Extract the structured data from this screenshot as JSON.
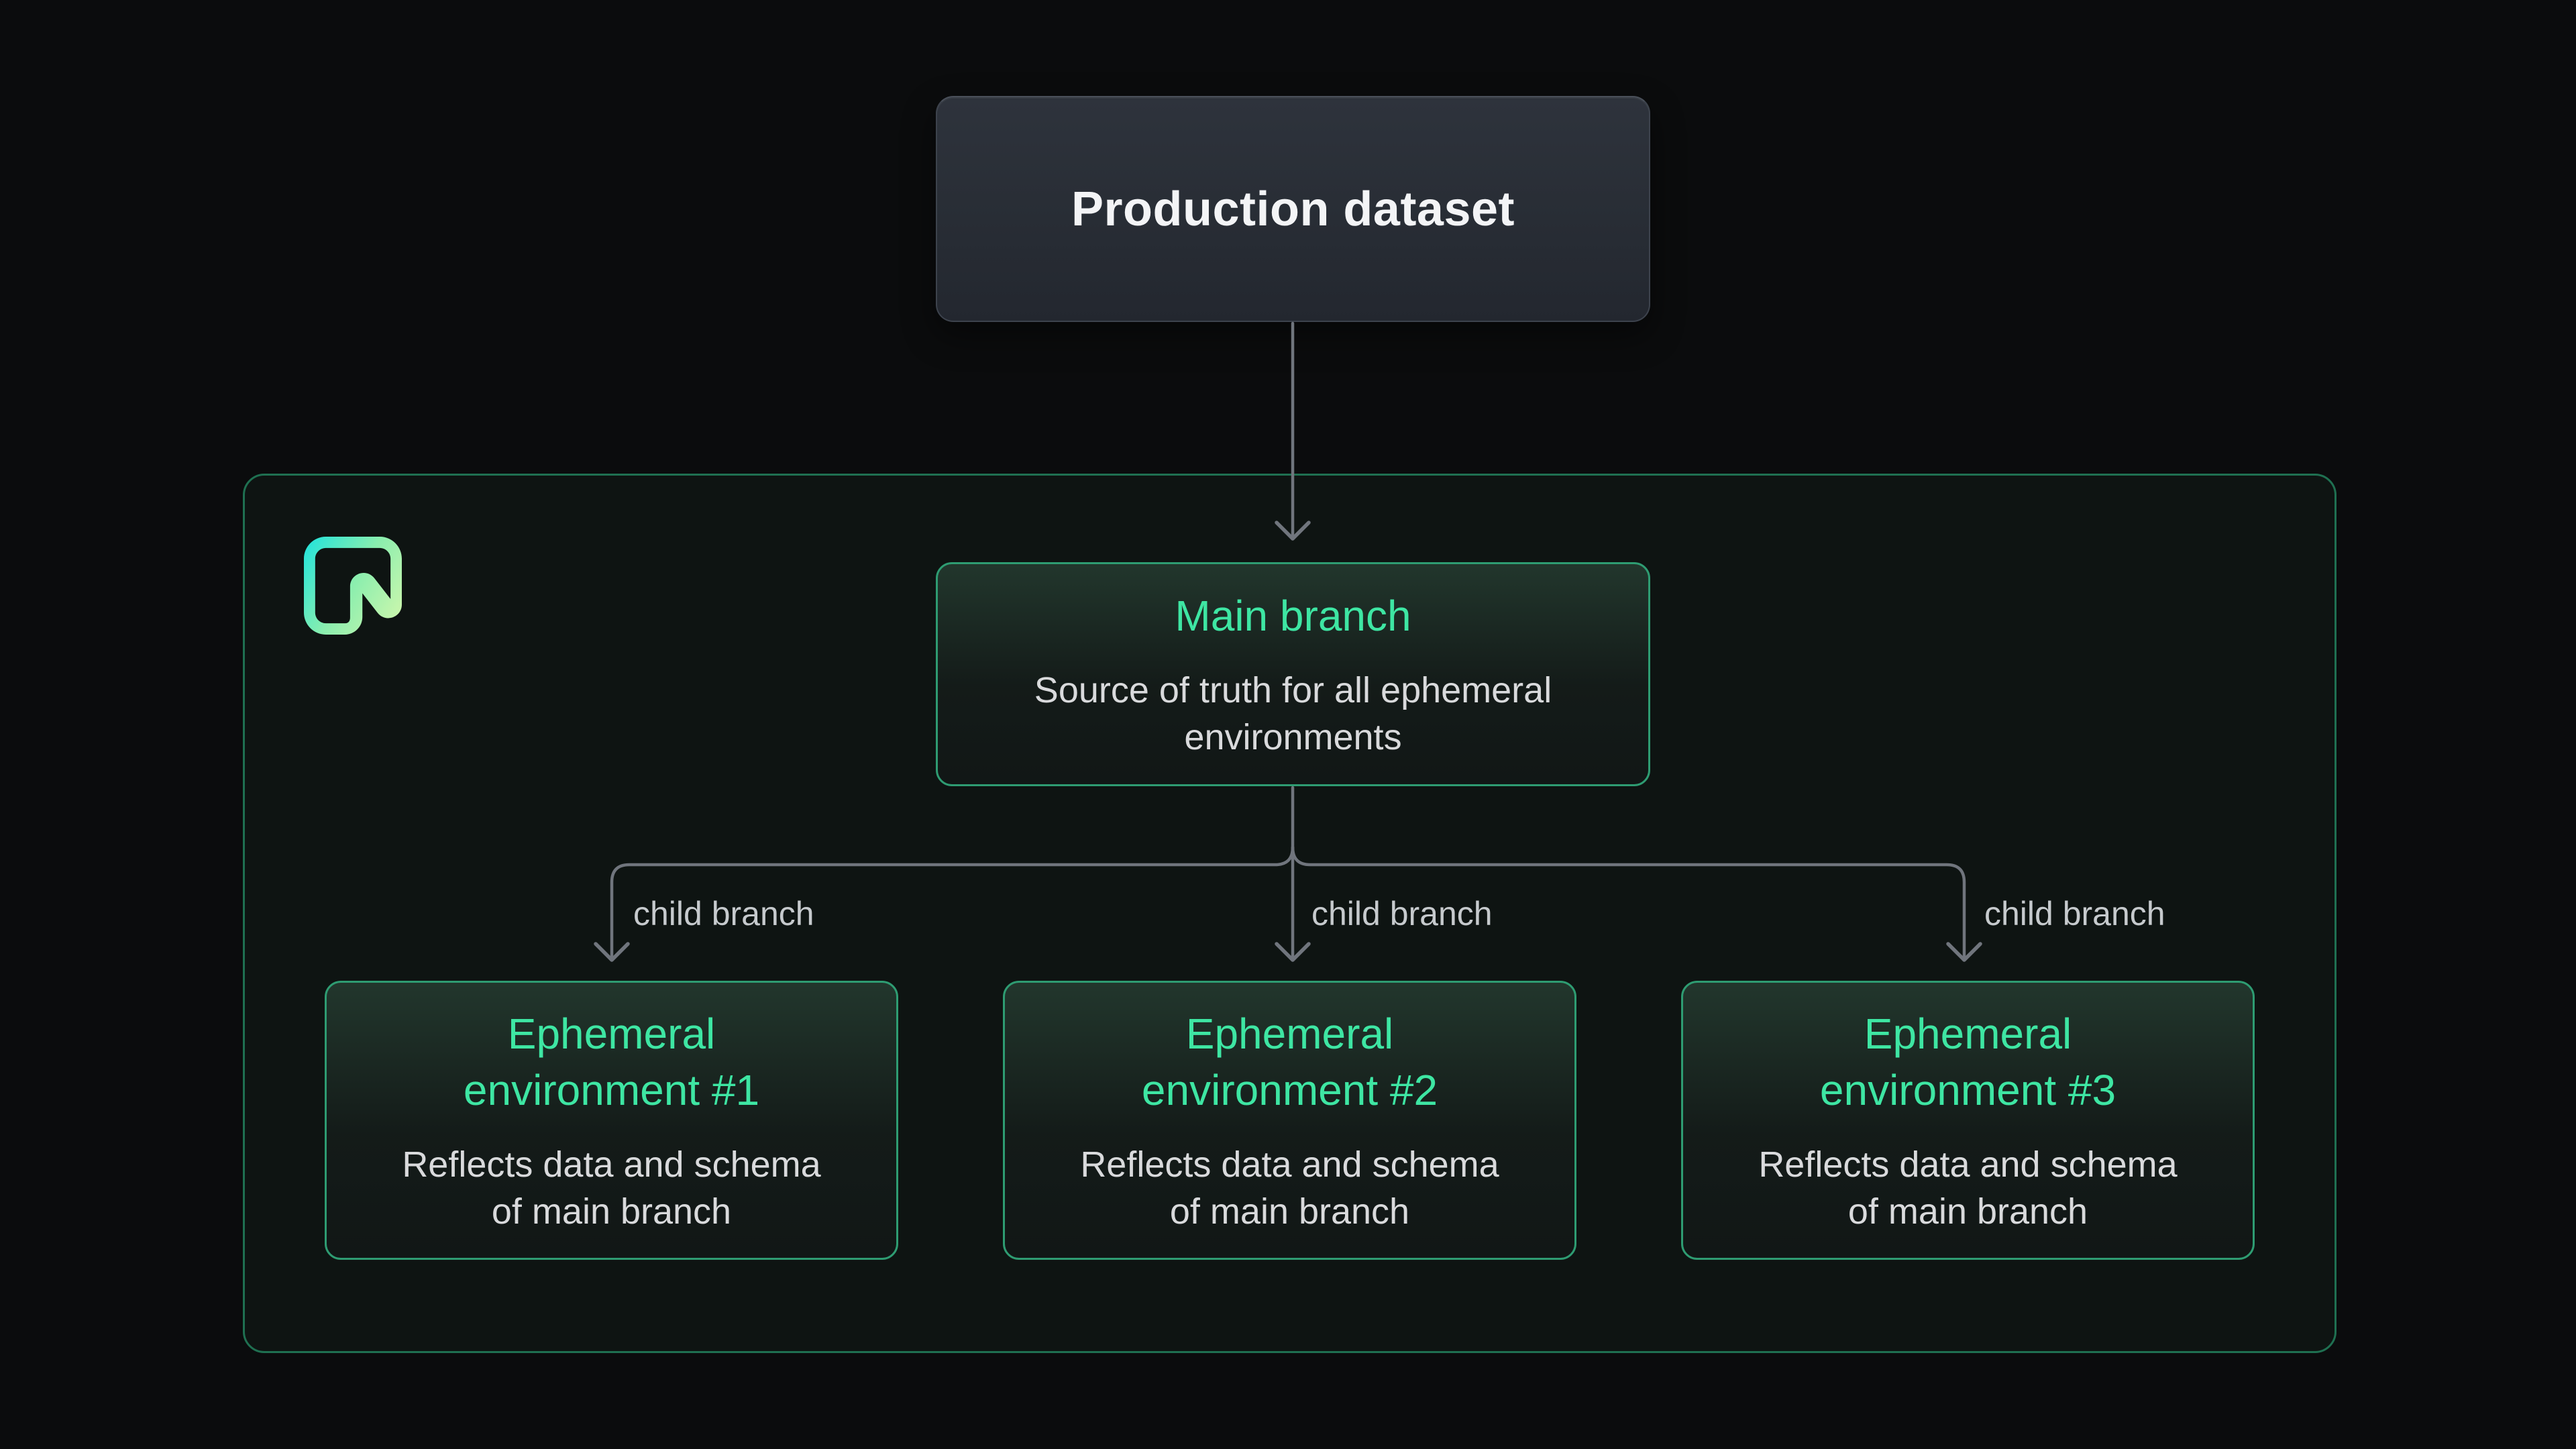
{
  "colors": {
    "background": "#0b0c0d",
    "production_box_bg": "#2b3039",
    "production_box_border": "#3d434d",
    "container_border": "#1f7051",
    "green_box_border": "#2e9c72",
    "green_title": "#3ee6a3",
    "subtitle_gray": "#d9dadc",
    "connector_gray": "#70757d",
    "child_label_gray": "#c6cacd",
    "logo_gradient": [
      "#2be4d7",
      "#8aeeae",
      "#c9f6ad"
    ]
  },
  "production": {
    "title": "Production dataset"
  },
  "main_branch": {
    "title": "Main branch",
    "subtitle_lines": [
      "Source of truth for all ephemeral",
      "environments"
    ]
  },
  "child_branch_labels": [
    "child branch",
    "child branch",
    "child branch"
  ],
  "environments": [
    {
      "title_lines": [
        "Ephemeral",
        "environment #1"
      ],
      "subtitle_lines": [
        "Reflects data and schema",
        "of main branch"
      ]
    },
    {
      "title_lines": [
        "Ephemeral",
        "environment #2"
      ],
      "subtitle_lines": [
        "Reflects data and schema",
        "of main branch"
      ]
    },
    {
      "title_lines": [
        "Ephemeral",
        "environment #3"
      ],
      "subtitle_lines": [
        "Reflects data and schema",
        "of main branch"
      ]
    }
  ]
}
